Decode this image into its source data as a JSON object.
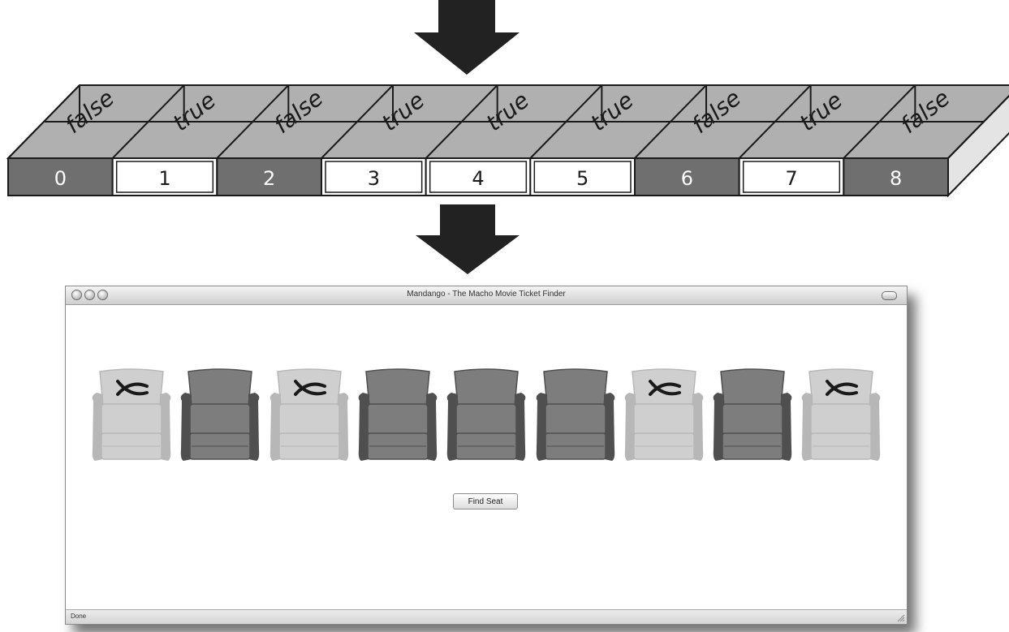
{
  "array": {
    "cells": [
      {
        "index": "0",
        "value": "false"
      },
      {
        "index": "1",
        "value": "true"
      },
      {
        "index": "2",
        "value": "false"
      },
      {
        "index": "3",
        "value": "true"
      },
      {
        "index": "4",
        "value": "true"
      },
      {
        "index": "5",
        "value": "true"
      },
      {
        "index": "6",
        "value": "false"
      },
      {
        "index": "7",
        "value": "true"
      },
      {
        "index": "8",
        "value": "false"
      }
    ]
  },
  "window": {
    "title": "Mandango - The Macho Movie Ticket Finder",
    "button_label": "Find Seat",
    "status": "Done"
  },
  "colors": {
    "false_cell": "#6f6f6f",
    "true_cell": "#ffffff",
    "box_face": "#b0b0b0",
    "taken_seat": "#cfcfcf",
    "free_seat": "#7d7d7d",
    "arrow": "#222222"
  }
}
